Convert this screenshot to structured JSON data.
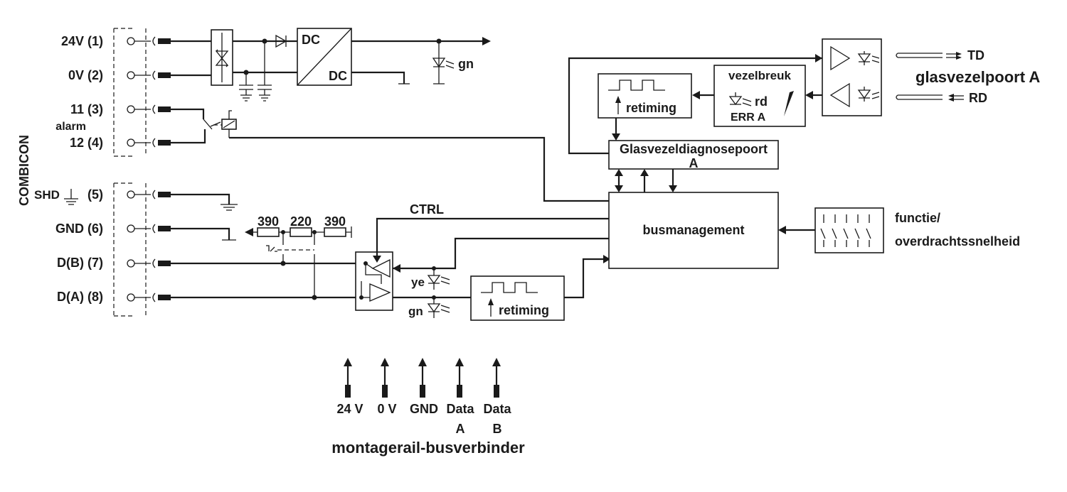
{
  "colors": {
    "ink": "#1a1a1a",
    "background": "#ffffff"
  },
  "connector": {
    "title": "COMBICON",
    "terminals": [
      {
        "label": "24V (1)"
      },
      {
        "label": "0V (2)"
      },
      {
        "label": "11 (3)"
      },
      {
        "label": "12 (4)"
      },
      {
        "label": "(5)"
      },
      {
        "label": "GND (6)"
      },
      {
        "label": "D(B) (7)"
      },
      {
        "label": "D(A) (8)"
      }
    ],
    "alarm_label": "alarm",
    "shd_label": "SHD"
  },
  "power": {
    "converter_top": "DC",
    "converter_bottom": "DC",
    "led_label": "gn"
  },
  "resistors": [
    "390",
    "220",
    "390"
  ],
  "ctrl_label": "CTRL",
  "leds": {
    "ye": "ye",
    "gn": "gn"
  },
  "retiming_label": "retiming",
  "busmanagement": "busmanagement",
  "diagnose": {
    "line1": "Glasvezeldiagnosepoort",
    "line2": "A"
  },
  "fiber": {
    "vezelbreuk": "vezelbreuk",
    "rd": "rd",
    "err": "ERR A",
    "port_title": "glasvezelpoort A",
    "td": "TD",
    "rd_port": "RD"
  },
  "dip": {
    "line1": "functie/",
    "line2": "overdrachtssnelheid"
  },
  "busconnector": {
    "title": "montagerail-busverbinder",
    "pins": [
      {
        "line1": "24 V",
        "line2": ""
      },
      {
        "line1": "0 V",
        "line2": ""
      },
      {
        "line1": "GND",
        "line2": ""
      },
      {
        "line1": "Data",
        "line2": "A"
      },
      {
        "line1": "Data",
        "line2": "B"
      }
    ]
  }
}
